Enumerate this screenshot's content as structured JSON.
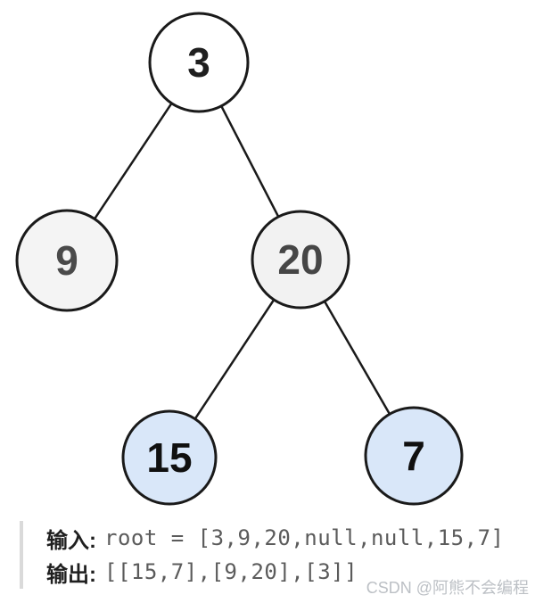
{
  "figure": {
    "description": "binary tree",
    "nodes": [
      {
        "id": "3",
        "label": "3",
        "fill": "#ffffff",
        "text_color": "#1f1f1f"
      },
      {
        "id": "9",
        "label": "9",
        "fill": "#f4f4f4",
        "text_color": "#4a4a4a"
      },
      {
        "id": "20",
        "label": "20",
        "fill": "#f2f2f2",
        "text_color": "#464646"
      },
      {
        "id": "15",
        "label": "15",
        "fill": "#d9e7f9",
        "text_color": "#101010"
      },
      {
        "id": "7",
        "label": "7",
        "fill": "#d9e7f9",
        "text_color": "#101010"
      }
    ],
    "edges": [
      {
        "from": "3",
        "to": "9"
      },
      {
        "from": "3",
        "to": "20"
      },
      {
        "from": "20",
        "to": "15"
      },
      {
        "from": "20",
        "to": "7"
      }
    ],
    "stroke_color": "#1a1a1a"
  },
  "io": {
    "input_label": "输入:",
    "input_value": "root = [3,9,20,null,null,15,7]",
    "output_label": "输出:",
    "output_value": "[[15,7],[9,20],[3]]"
  },
  "watermark": {
    "text": "CSDN @阿熊不会编程",
    "color": "#bcc0c5"
  }
}
